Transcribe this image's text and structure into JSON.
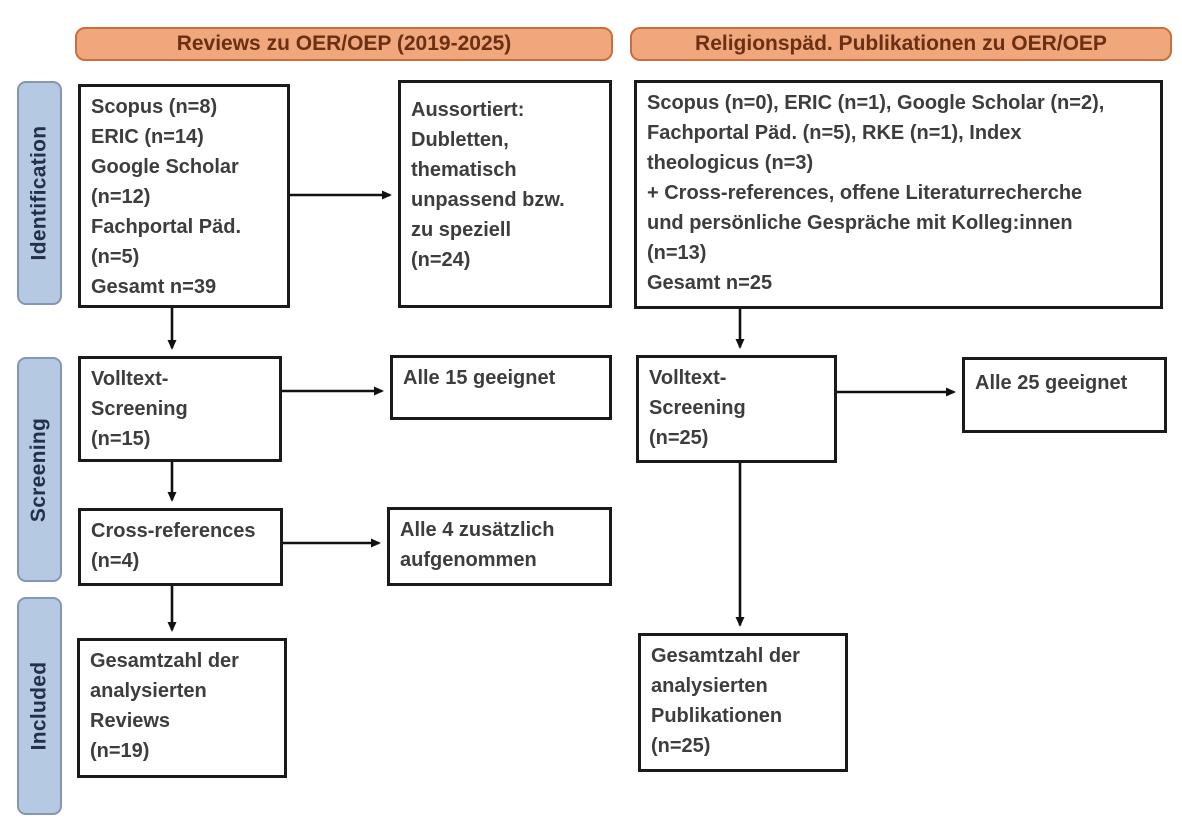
{
  "palette": {
    "header_fill": "#F1A77C",
    "header_border": "#C96F3B",
    "header_text": "#6B2F14",
    "stage_fill": "#B6C9E2",
    "stage_border": "#8396B8",
    "stage_text": "#22304A",
    "box_border": "#1A1A1A",
    "box_text": "#3D3D3D",
    "arrow_color": "#111111"
  },
  "headers": {
    "left": "Reviews zu OER/OEP (2019-2025)",
    "right": "Religionspäd. Publikationen zu OER/OEP"
  },
  "stages": {
    "identification": "Identification",
    "screening": "Screening",
    "included": "Included"
  },
  "left_flow": {
    "sources": "Scopus (n=8)\nERIC (n=14)\nGoogle Scholar\n(n=12)\nFachportal Päd.\n(n=5)\nGesamt n=39",
    "excluded": "Aussortiert:\nDubletten,\nthematisch\nunpassend bzw.\nzu speziell\n(n=24)",
    "fulltext": "Volltext-\nScreening\n(n=15)",
    "eligible": "Alle 15 geeignet",
    "crossref": "Cross-references\n(n=4)",
    "added": "Alle 4 zusätzlich\naufgenommen",
    "included_total": "Gesamtzahl der\nanalysierten\nReviews\n(n=19)"
  },
  "right_flow": {
    "sources": "Scopus (n=0), ERIC (n=1), Google Scholar (n=2),\nFachportal Päd. (n=5), RKE (n=1), Index\ntheologicus (n=3)\n+ Cross-references, offene Literaturrecherche\nund persönliche Gespräche mit Kolleg:innen\n(n=13)\nGesamt n=25",
    "fulltext": "Volltext-\nScreening\n(n=25)",
    "eligible": "Alle 25 geeignet",
    "included_total": "Gesamtzahl der\nanalysierten\nPublikationen\n(n=25)"
  }
}
